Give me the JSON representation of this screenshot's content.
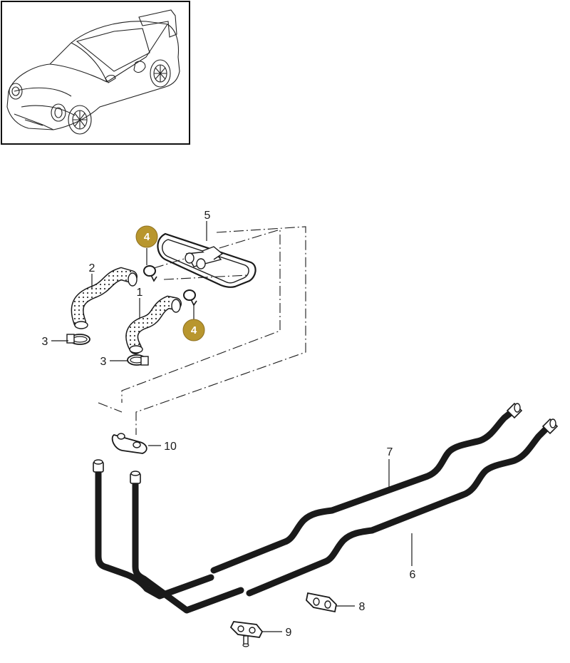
{
  "diagram": {
    "callouts": [
      {
        "id": "1",
        "label": "1"
      },
      {
        "id": "2",
        "label": "2"
      },
      {
        "id": "3a",
        "label": "3"
      },
      {
        "id": "3b",
        "label": "3"
      },
      {
        "id": "4a",
        "label": "4"
      },
      {
        "id": "4b",
        "label": "4"
      },
      {
        "id": "5",
        "label": "5"
      },
      {
        "id": "6",
        "label": "6"
      },
      {
        "id": "7",
        "label": "7"
      },
      {
        "id": "8",
        "label": "8"
      },
      {
        "id": "9",
        "label": "9"
      },
      {
        "id": "10",
        "label": "10"
      }
    ],
    "badge_color": "#b8962e",
    "line_color": "#1a1a1a"
  }
}
